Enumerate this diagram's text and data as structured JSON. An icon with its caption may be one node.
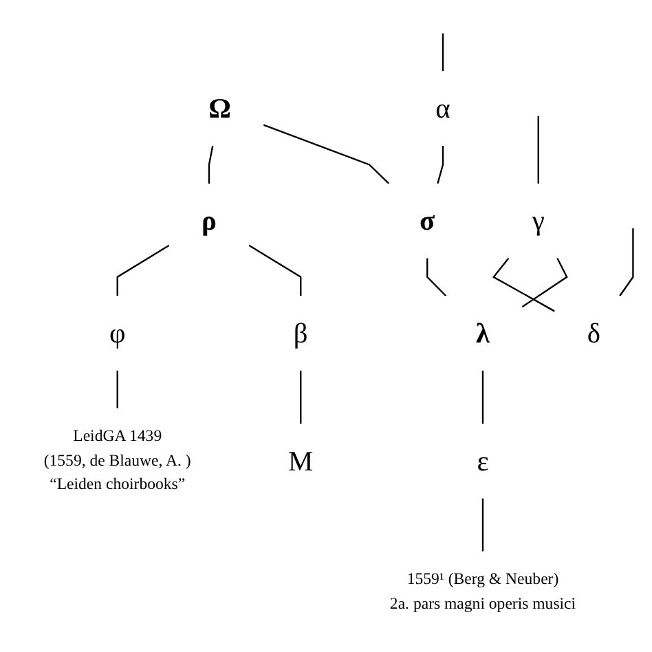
{
  "diagram": {
    "nodes": [
      {
        "text": [
          "Ω"
        ]
      },
      {
        "text": [
          "α"
        ]
      },
      {
        "text": [
          "σ"
        ]
      },
      {
        "text": [
          "ρ"
        ]
      },
      {
        "text": [
          "β"
        ]
      },
      {
        "text": [
          "M"
        ]
      },
      {
        "text": [
          "γ"
        ]
      },
      {
        "text": [
          "λ"
        ]
      },
      {
        "text": [
          "φ"
        ]
      },
      {
        "text": [
          "δ"
        ]
      },
      {
        "text": [
          "ε"
        ]
      },
      {
        "text": [
          "LeidGA 1439",
          "(1559, de Blauwe, A. )",
          "“Leiden choirbooks”"
        ]
      },
      {
        "text": [
          "1559¹ (Berg & Neuber)",
          "2a. pars magni operis musici"
        ]
      }
    ],
    "edges": [
      {
        "from": 0,
        "to": 2,
        "arrow": "none"
      },
      {
        "from": 0,
        "to": 3,
        "arrow": "none"
      },
      {
        "from": null,
        "to": 1,
        "arrow": "none"
      },
      {
        "from": 1,
        "to": 2,
        "arrow": "none"
      },
      {
        "from": 3,
        "to": 4,
        "arrow": "none"
      },
      {
        "from": 4,
        "to": 5,
        "arrow": "none"
      },
      {
        "from": null,
        "to": 6,
        "arrow": "none"
      },
      {
        "from": 6,
        "to": 7,
        "arrow": "none"
      },
      {
        "from": 2,
        "to": 7,
        "arrow": "none"
      },
      {
        "from": 3,
        "to": 8,
        "arrow": "none"
      },
      {
        "from": 6,
        "to": 9,
        "arrow": "none"
      },
      {
        "from": 7,
        "to": 10,
        "arrow": "none"
      },
      {
        "from": null,
        "to": 9,
        "arrow": "none"
      },
      {
        "from": 8,
        "to": 11,
        "arrow": "none"
      },
      {
        "from": 10,
        "to": 12,
        "arrow": "none"
      }
    ]
  }
}
